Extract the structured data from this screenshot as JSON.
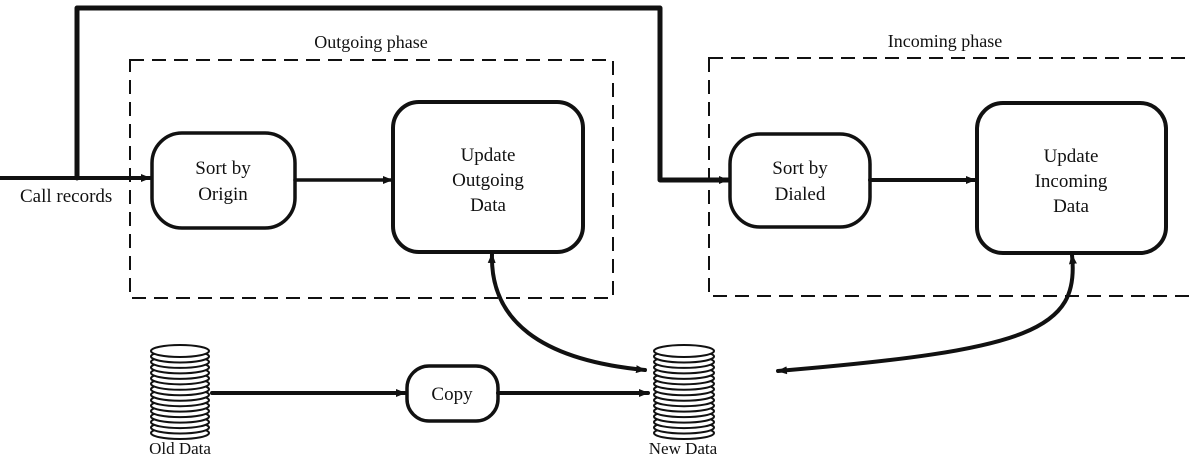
{
  "phases": {
    "outgoing": "Outgoing phase",
    "incoming": "Incoming phase"
  },
  "inputs": {
    "call_records": "Call records"
  },
  "processes": {
    "sort_origin": [
      "Sort by",
      "Origin"
    ],
    "update_outgoing": [
      "Update",
      "Outgoing",
      "Data"
    ],
    "sort_dialed": [
      "Sort by",
      "Dialed"
    ],
    "update_incoming": [
      "Update",
      "Incoming",
      "Data"
    ],
    "copy": "Copy"
  },
  "stores": {
    "old_data": "Old Data",
    "new_data": "New Data"
  }
}
